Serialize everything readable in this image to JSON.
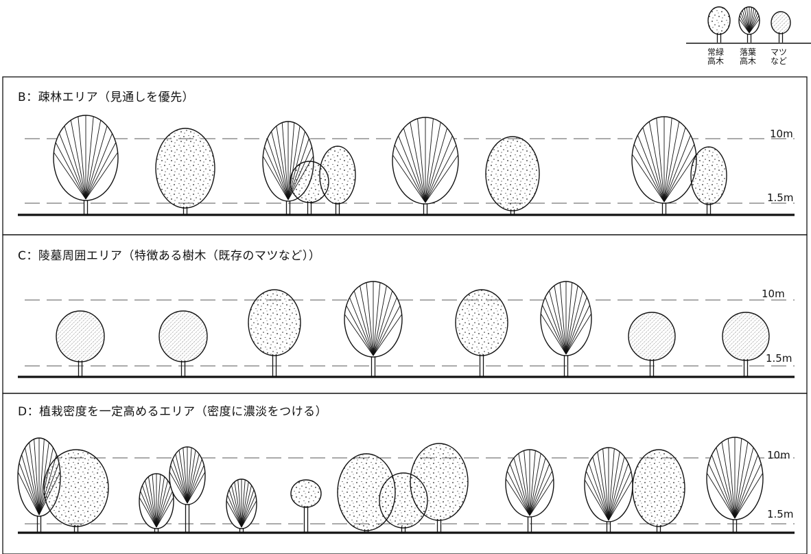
{
  "legend": {
    "items": [
      {
        "key": "evergreen",
        "icon": "evergreen-tree-icon",
        "line1": "常緑",
        "line2": "高木"
      },
      {
        "key": "deciduous",
        "icon": "deciduous-tree-icon",
        "line1": "落葉",
        "line2": "高木"
      },
      {
        "key": "pine",
        "icon": "pine-tree-icon",
        "line1": "マツ",
        "line2": "など"
      }
    ]
  },
  "heights": {
    "top": "10m",
    "low": "1.5m"
  },
  "panels": [
    {
      "id": "B",
      "title": "B：疎林エリア（見通しを優先）",
      "trees": [
        "deciduous",
        "evergreen",
        "deciduous",
        "evergreen",
        "evergreen",
        "deciduous",
        "evergreen",
        "deciduous",
        "evergreen"
      ]
    },
    {
      "id": "C",
      "title": "C：陵墓周囲エリア（特徴ある樹木（既存のマツなど））",
      "trees": [
        "pine",
        "pine",
        "evergreen",
        "deciduous",
        "evergreen",
        "deciduous",
        "pine",
        "pine"
      ]
    },
    {
      "id": "D",
      "title": "D：植栽密度を一定高めるエリア（密度に濃淡をつける）",
      "trees": [
        "deciduous",
        "evergreen",
        "deciduous",
        "deciduous",
        "deciduous",
        "evergreen",
        "evergreen",
        "evergreen",
        "evergreen",
        "deciduous",
        "deciduous",
        "evergreen",
        "deciduous"
      ]
    }
  ]
}
